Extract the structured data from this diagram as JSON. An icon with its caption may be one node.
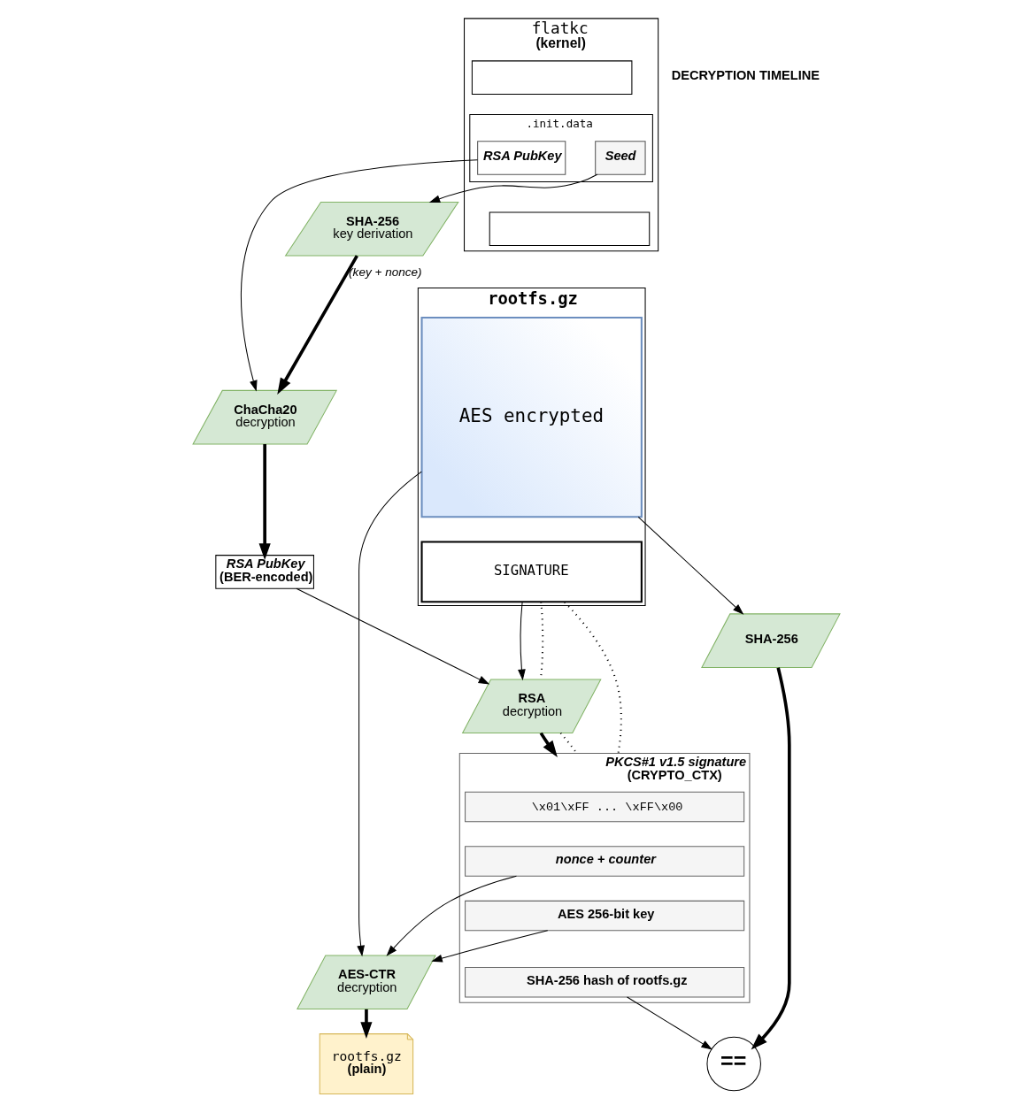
{
  "diagram": {
    "nodes": [
      {
        "text": [
          "rootfs.gz"
        ]
      },
      {
        "text": [
          "AES encrypted"
        ],
        "in": 0
      },
      {
        "text": [
          "SIGNATURE"
        ],
        "in": 0
      },
      {
        "text": [
          "flatkc",
          "(kernel)"
        ]
      },
      {
        "text": [],
        "shape": "box",
        "in": 3
      },
      {
        "text": [
          ".init.data"
        ],
        "in": 3
      },
      {
        "text": [
          "RSA PubKey"
        ],
        "in": 5
      },
      {
        "text": [
          "Seed"
        ],
        "in": 5
      },
      {
        "text": [],
        "shape": "box",
        "in": 3
      },
      {
        "text": [
          "SHA-256",
          "key derivation"
        ]
      },
      {
        "text": [
          "ChaCha20",
          "decryption"
        ]
      },
      {
        "text": [
          "RSA PubKey",
          "(BER-encoded)"
        ]
      },
      {
        "text": [
          "RSA",
          "decryption"
        ]
      },
      {
        "text": [
          "PKCS#1 v1.5 signature",
          "(CRYPTO_CTX)"
        ]
      },
      {
        "text": [
          "\\x01\\xFF ... \\xFF\\x00"
        ],
        "in": 13
      },
      {
        "text": [
          "nonce + counter"
        ],
        "in": 13
      },
      {
        "text": [
          "AES 256-bit key"
        ],
        "in": 13
      },
      {
        "text": [
          "SHA-256 hash of rootfs.gz"
        ],
        "in": 13
      },
      {
        "text": [
          "SHA-256"
        ]
      },
      {
        "text": [
          "=="
        ]
      },
      {
        "text": [
          "AES-CTR",
          "decryption"
        ]
      },
      {
        "text": [
          "rootfs.gz",
          "(plain)"
        ]
      }
    ],
    "edges": [
      {
        "from": 1,
        "to": 18,
        "arrow": "to"
      },
      {
        "from": 1,
        "to": 20,
        "arrow": "to"
      },
      {
        "from": 7,
        "to": 9,
        "arrow": "to"
      },
      {
        "from": 9,
        "to": 10,
        "arrow": "to",
        "label": "(key + nonce)",
        "style": "thick"
      },
      {
        "from": 6,
        "to": 10,
        "arrow": "to"
      },
      {
        "from": 10,
        "to": 11,
        "arrow": "to",
        "style": "thick"
      },
      {
        "from": 11,
        "to": 12,
        "arrow": "to"
      },
      {
        "from": 2,
        "to": 12,
        "arrow": "to"
      },
      {
        "from": 2,
        "to": 12,
        "arrow": "none",
        "style": "dashed"
      },
      {
        "from": 2,
        "to": 13,
        "arrow": "none",
        "style": "dashed"
      },
      {
        "from": 12,
        "to": 13,
        "arrow": "to",
        "style": "thick"
      },
      {
        "from": 12,
        "to": 13,
        "arrow": "none",
        "style": "dashed"
      },
      {
        "from": 15,
        "to": 20,
        "arrow": "to"
      },
      {
        "from": 16,
        "to": 20,
        "arrow": "to"
      },
      {
        "from": 17,
        "to": 19,
        "arrow": "to"
      },
      {
        "from": 18,
        "to": 19,
        "arrow": "to",
        "style": "thick"
      },
      {
        "from": 20,
        "to": 21,
        "arrow": "to",
        "style": "thick"
      }
    ],
    "labels": [
      "DECRYPTION TIMELINE"
    ]
  }
}
